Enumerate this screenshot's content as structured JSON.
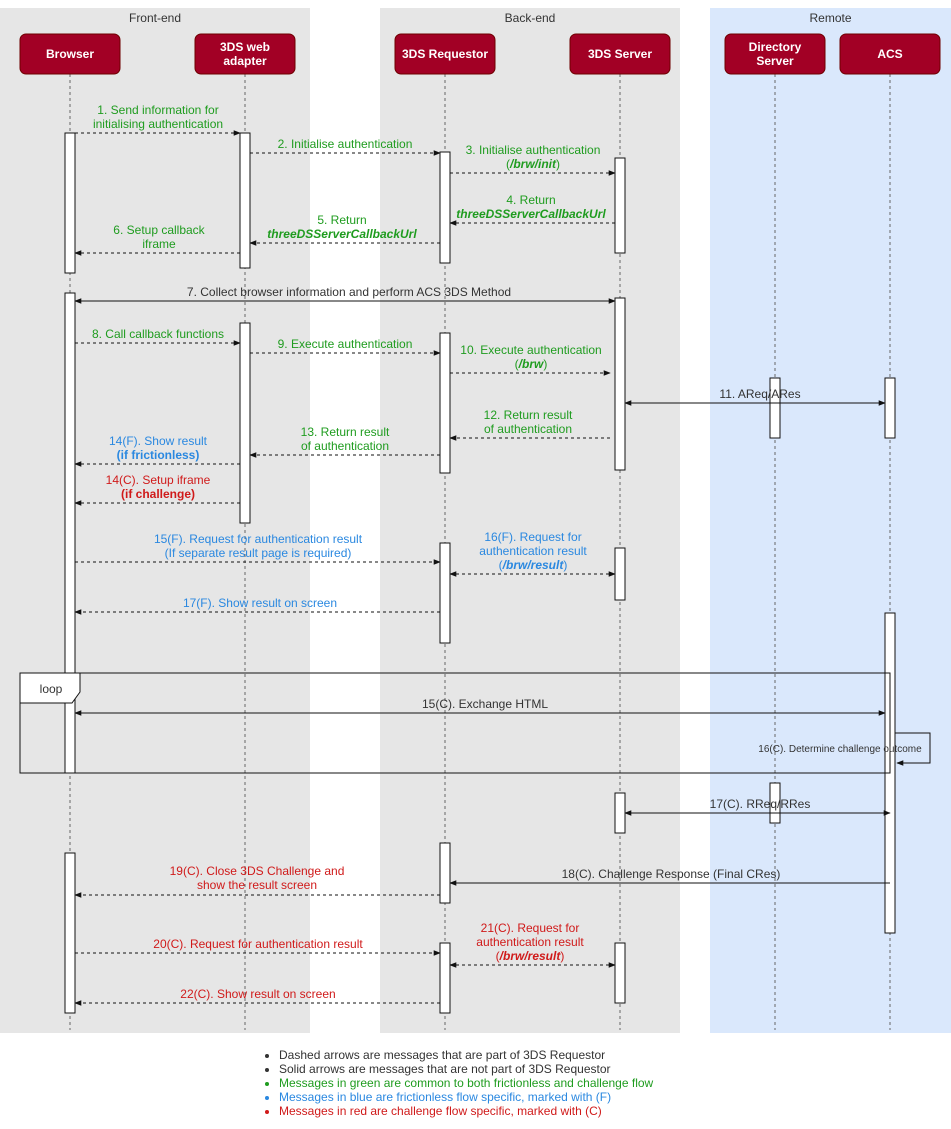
{
  "lanes": [
    {
      "id": "frontend",
      "title": "Front-end"
    },
    {
      "id": "backend",
      "title": "Back-end"
    },
    {
      "id": "remote",
      "title": "Remote"
    }
  ],
  "participants": [
    {
      "id": "browser",
      "label": "Browser"
    },
    {
      "id": "adapter",
      "label": "3DS web adapter"
    },
    {
      "id": "requestor",
      "label": "3DS Requestor"
    },
    {
      "id": "server",
      "label": "3DS Server"
    },
    {
      "id": "ds",
      "label": "Directory Server"
    },
    {
      "id": "acs",
      "label": "ACS"
    }
  ],
  "colors": {
    "lane_front_back": "#e6e6e6",
    "lane_remote": "#dae8fc",
    "participant_fill": "#a20025",
    "participant_border": "#6f0000",
    "common": "#1f9c1f",
    "frictionless": "#2a88e0",
    "challenge": "#d01a1a",
    "neutral": "#333333"
  },
  "messages": [
    {
      "id": "m1",
      "text": [
        "1. Send information for",
        "initialising authentication"
      ],
      "color": "common"
    },
    {
      "id": "m2",
      "text": [
        "2. Initialise authentication"
      ],
      "color": "common"
    },
    {
      "id": "m3",
      "text": [
        "3. Initialise authentication",
        "(/brw/init)"
      ],
      "color": "common"
    },
    {
      "id": "m4",
      "text": [
        "4. Return",
        "threeDSServerCallbackUrl"
      ],
      "color": "common"
    },
    {
      "id": "m5",
      "text": [
        "5. Return",
        "threeDSServerCallbackUrl"
      ],
      "color": "common"
    },
    {
      "id": "m6",
      "text": [
        "6. Setup callback",
        "iframe"
      ],
      "color": "common"
    },
    {
      "id": "m7",
      "text": [
        "7. Collect browser information and perform ACS 3DS Method"
      ],
      "color": "neutral"
    },
    {
      "id": "m8",
      "text": [
        "8. Call callback functions"
      ],
      "color": "common"
    },
    {
      "id": "m9",
      "text": [
        "9. Execute authentication"
      ],
      "color": "common"
    },
    {
      "id": "m10",
      "text": [
        "10. Execute authentication",
        "(/brw)"
      ],
      "color": "common"
    },
    {
      "id": "m11",
      "text": [
        "11. AReq/ARes"
      ],
      "color": "neutral"
    },
    {
      "id": "m12",
      "text": [
        "12. Return result",
        "of authentication"
      ],
      "color": "common"
    },
    {
      "id": "m13",
      "text": [
        "13. Return result",
        "of authentication"
      ],
      "color": "common"
    },
    {
      "id": "m14f",
      "text": [
        "14(F). Show result",
        "(if frictionless)"
      ],
      "color": "frictionless"
    },
    {
      "id": "m14c",
      "text": [
        "14(C). Setup iframe",
        "(if challenge)"
      ],
      "color": "challenge"
    },
    {
      "id": "m15f",
      "text": [
        "15(F). Request for authentication result",
        "(If separate result page is required)"
      ],
      "color": "frictionless"
    },
    {
      "id": "m16f",
      "text": [
        "16(F). Request for",
        "authentication result",
        "(/brw/result)"
      ],
      "color": "frictionless"
    },
    {
      "id": "m17f",
      "text": [
        "17(F). Show result on screen"
      ],
      "color": "frictionless"
    },
    {
      "id": "loop",
      "text": [
        "loop"
      ],
      "color": "neutral"
    },
    {
      "id": "m15c",
      "text": [
        "15(C). Exchange HTML"
      ],
      "color": "neutral"
    },
    {
      "id": "m16c",
      "text": [
        "16(C). Determine challenge outcome"
      ],
      "color": "neutral"
    },
    {
      "id": "m17c",
      "text": [
        "17(C). RReq/RRes"
      ],
      "color": "neutral"
    },
    {
      "id": "m18c",
      "text": [
        "18(C). Challenge Response (Final CRes)"
      ],
      "color": "neutral"
    },
    {
      "id": "m19c",
      "text": [
        "19(C). Close 3DS Challenge and",
        "show the result screen"
      ],
      "color": "challenge"
    },
    {
      "id": "m20c",
      "text": [
        "20(C). Request for authentication result"
      ],
      "color": "challenge"
    },
    {
      "id": "m21c",
      "text": [
        "21(C). Request for",
        "authentication result",
        "(/brw/result)"
      ],
      "color": "challenge"
    },
    {
      "id": "m22c",
      "text": [
        "22(C). Show result on screen"
      ],
      "color": "challenge"
    }
  ],
  "legend": [
    {
      "text": "Dashed arrows are messages that are part of 3DS Requestor",
      "color": "neutral"
    },
    {
      "text": "Solid arrows are messages that are not part of 3DS Requestor",
      "color": "neutral"
    },
    {
      "text": "Messages in green are common to both frictionless and challenge flow",
      "color": "common"
    },
    {
      "text": "Messages in blue are frictionless flow specific, marked with (F)",
      "color": "frictionless"
    },
    {
      "text": "Messages in red are challenge flow specific, marked with (C)",
      "color": "challenge"
    }
  ]
}
